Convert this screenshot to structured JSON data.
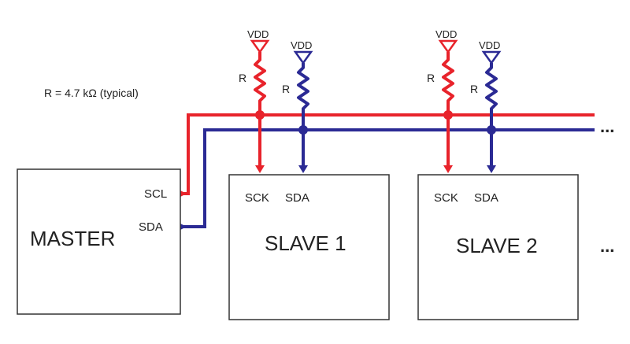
{
  "note": "R = 4.7 kΩ (typical)",
  "master": {
    "title": "MASTER",
    "scl": "SCL",
    "sda": "SDA"
  },
  "slaves": [
    {
      "title": "SLAVE 1",
      "sck": "SCK",
      "sda": "SDA"
    },
    {
      "title": "SLAVE 2",
      "sck": "SCK",
      "sda": "SDA"
    }
  ],
  "pullups": [
    {
      "supply": "VDD",
      "resistor": "R",
      "line": "scl"
    },
    {
      "supply": "VDD",
      "resistor": "R",
      "line": "sda"
    },
    {
      "supply": "VDD",
      "resistor": "R",
      "line": "scl"
    },
    {
      "supply": "VDD",
      "resistor": "R",
      "line": "sda"
    }
  ],
  "continuation": "...",
  "colors": {
    "scl": "#e8232b",
    "sda": "#2b2a94",
    "box": "#333333"
  }
}
